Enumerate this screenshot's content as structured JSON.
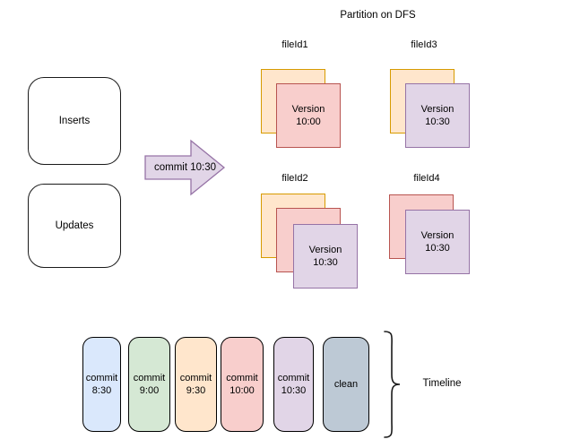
{
  "title": "Partition on DFS",
  "palette": {
    "orange_fill": "#FFE6CC",
    "orange_stroke": "#D79B00",
    "red_fill": "#F8CECC",
    "red_stroke": "#B85450",
    "purple_fill": "#E1D5E7",
    "purple_stroke": "#9673A6",
    "blue_fill": "#DAE8FC",
    "blue_stroke": "#6C8EBF",
    "green_fill": "#D5E8D4",
    "green_stroke": "#82B366",
    "gray_fill": "#BDC9D5",
    "gray_stroke": "#66788A"
  },
  "sources": {
    "inserts_label": "Inserts",
    "updates_label": "Updates"
  },
  "arrow": {
    "label": "commit 10:30"
  },
  "file_groups": [
    {
      "id": "fileId1",
      "front_label": "Version 10:00",
      "stack": [
        "orange",
        "red"
      ]
    },
    {
      "id": "fileId3",
      "front_label": "Version 10:30",
      "stack": [
        "orange",
        "purple"
      ]
    },
    {
      "id": "fileId2",
      "front_label": "Version 10:30",
      "stack": [
        "orange",
        "red",
        "purple"
      ]
    },
    {
      "id": "fileId4",
      "front_label": "Version 10:30",
      "stack": [
        "red",
        "purple"
      ]
    }
  ],
  "timeline": {
    "label": "Timeline",
    "items": [
      {
        "label": "commit 8:30",
        "color": "blue"
      },
      {
        "label": "commit 9:00",
        "color": "green"
      },
      {
        "label": "commit 9:30",
        "color": "orange"
      },
      {
        "label": "commit 10:00",
        "color": "red"
      },
      {
        "label": "commit 10:30",
        "color": "purple"
      },
      {
        "label": "clean",
        "color": "gray"
      }
    ]
  }
}
